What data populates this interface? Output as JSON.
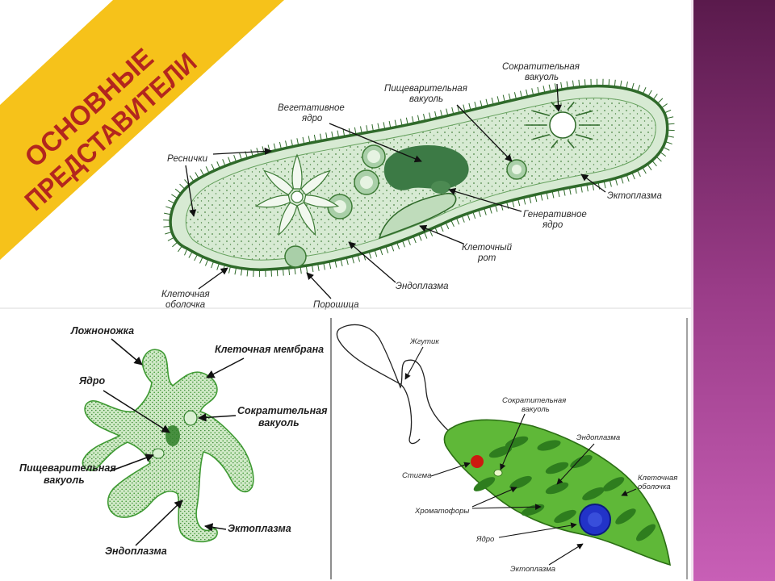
{
  "slide": {
    "title_line1": "ОСНОВНЫЕ",
    "title_line2": "ПРЕДСТАВИТЕЛИ",
    "colors": {
      "ribbon": "#f6c21a",
      "ribbon_text": "#b3261e",
      "side_bar_top": "#5a1a4c",
      "side_bar_bottom": "#c85fb6",
      "paramecium_fill": "#d7ead3",
      "paramecium_outline": "#2f6a2a",
      "amoeba_fill": "#7cc46a",
      "euglena_fill": "#5fb838",
      "euglena_chromatophore": "#2e7d1e",
      "euglena_nucleus": "#2233c8",
      "euglena_stigma": "#cc1a10"
    }
  },
  "paramecium": {
    "labels": {
      "contractile_vacuole": [
        "Сократительная",
        "вакуоль"
      ],
      "digestive_vacuole": [
        "Пищеварительная",
        "вакуоль"
      ],
      "vegetative_nucleus": [
        "Вегетативное",
        "ядро"
      ],
      "cilia": "Реснички",
      "ectoplasm": "Эктоплазма",
      "generative_nucleus": [
        "Генеративное",
        "ядро"
      ],
      "cell_mouth": [
        "Клеточный",
        "рот"
      ],
      "endoplasm": "Эндоплазма",
      "cell_membrane": [
        "Клеточная",
        "оболочка"
      ],
      "anal_pore": "Порошица"
    }
  },
  "amoeba": {
    "labels": {
      "pseudopod": "Ложноножка",
      "cell_membrane": "Клеточная мембрана",
      "nucleus": "Ядро",
      "contractile_vacuole": [
        "Сократительная",
        "вакуоль"
      ],
      "digestive_vacuole": [
        "Пищеварительная",
        "вакуоль"
      ],
      "ectoplasm": "Эктоплазма",
      "endoplasm": "Эндоплазма"
    }
  },
  "euglena": {
    "labels": {
      "flagellum": "Жгутик",
      "contractile_vacuole": [
        "Сократительная",
        "вакуоль"
      ],
      "endoplasm": "Эндоплазма",
      "stigma": "Стигма",
      "cell_membrane": [
        "Клеточная",
        "оболочка"
      ],
      "chromatophores": "Хроматофоры",
      "nucleus": "Ядро",
      "ectoplasm": "Эктоплазма"
    }
  }
}
